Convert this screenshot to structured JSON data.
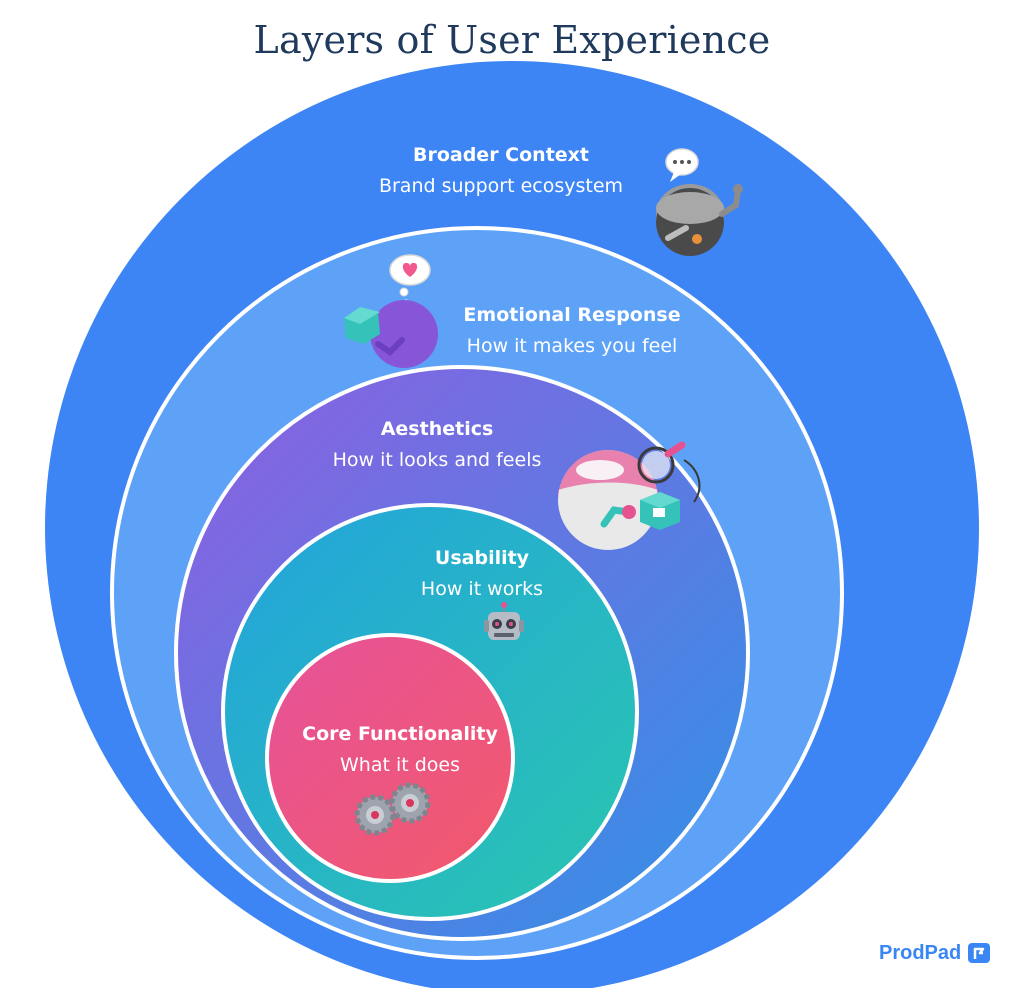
{
  "title": "Layers of User Experience",
  "layers": [
    {
      "key": "broader",
      "title": "Broader Context",
      "subtitle": "Brand support ecosystem"
    },
    {
      "key": "emotional",
      "title": "Emotional Response",
      "subtitle": "How it makes you  feel"
    },
    {
      "key": "aesthetics",
      "title": "Aesthetics",
      "subtitle": "How it looks and feels"
    },
    {
      "key": "usability",
      "title": "Usability",
      "subtitle": "How it works"
    },
    {
      "key": "core",
      "title": "Core Functionality",
      "subtitle": "What it does"
    }
  ],
  "brand": {
    "name": "ProdPad"
  },
  "colors": {
    "title": "#1f3a5c",
    "broader": "#3d84f5",
    "emotional": "#5ea2f7",
    "aesthetics_start": "#8a64e0",
    "aesthetics_end": "#3d8ee8",
    "usability_start": "#22a8d8",
    "usability_end": "#27c3b5",
    "core_start": "#e9558f",
    "core_end": "#f0586e",
    "brand": "#3a86f5"
  },
  "icons": [
    "speech-bubble-icon",
    "grey-robot-icon",
    "heart-thought-icon",
    "purple-robot-icon",
    "magnifier-robot-icon",
    "robot-face-icon",
    "gears-icon",
    "prodpad-logo-icon"
  ]
}
